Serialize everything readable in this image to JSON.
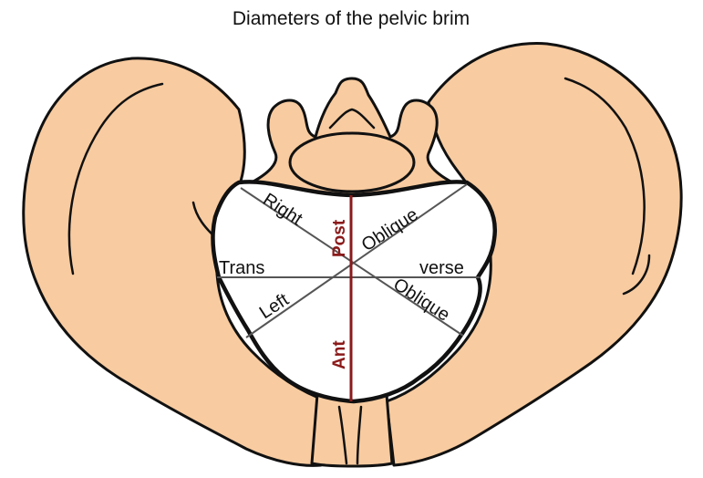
{
  "title": "Diameters of the pelvic brim",
  "labels": {
    "right_oblique_left": "Right",
    "right_oblique_right": "Oblique",
    "transverse_left": "Trans",
    "transverse_right": "verse",
    "left_oblique_left": "Left",
    "left_oblique_right": "Oblique",
    "posterior": "Post",
    "anterior": "Ant"
  },
  "colors": {
    "bone": "#F8CBA0",
    "outline": "#111111",
    "ap_diameter": "#8B1A1A",
    "other_diameters": "#555555",
    "inlet": "#ffffff"
  }
}
